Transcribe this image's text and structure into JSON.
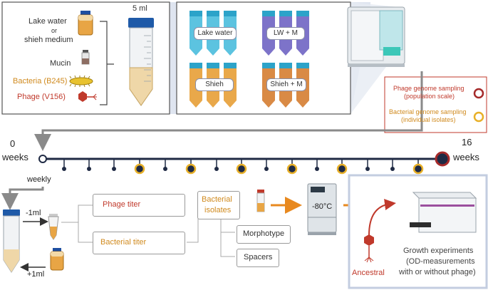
{
  "ingredients": {
    "lake_water": "Lake water",
    "or": "or",
    "shieh_medium": "shieh medium",
    "mucin": "Mucin",
    "bacteria": "Bacteria (B245)",
    "phage": "Phage (V156)",
    "volume": "5 ml"
  },
  "treatments": {
    "lake_water": "Lake water",
    "lw_m": "LW + M",
    "shieh": "Shieh",
    "shieh_m": "Shieh + M"
  },
  "legend": {
    "phage_line1": "Phage genome sampling",
    "phage_line2": "(population scale)",
    "bact_line1": "Bacterial genome sampling",
    "bact_line2": "(individual isolates)"
  },
  "timeline": {
    "start_num": "0",
    "start_unit": "weeks",
    "end_num": "16",
    "end_unit": "weeks",
    "weekly": "weekly"
  },
  "workflow": {
    "minus_ml": "-1ml",
    "plus_ml": "+1ml",
    "phage_titer": "Phage titer",
    "bacterial_titer": "Bacterial titer",
    "isolates_line1": "Bacterial",
    "isolates_line2": "isolates",
    "morphotype": "Morphotype",
    "spacers": "Spacers",
    "freezer_temp": "-80°C",
    "ancestral": "Ancestral",
    "growth_line1": "Growth experiments",
    "growth_line2": "(OD-measurements",
    "growth_line3": "with or without phage)"
  },
  "colors": {
    "phage_red": "#c0392b",
    "bacteria_orange": "#d08a1e",
    "highlight_blue": "#c9d3e6",
    "timeline_navy": "#1f2a44",
    "arrow_orange": "#e8891f"
  }
}
